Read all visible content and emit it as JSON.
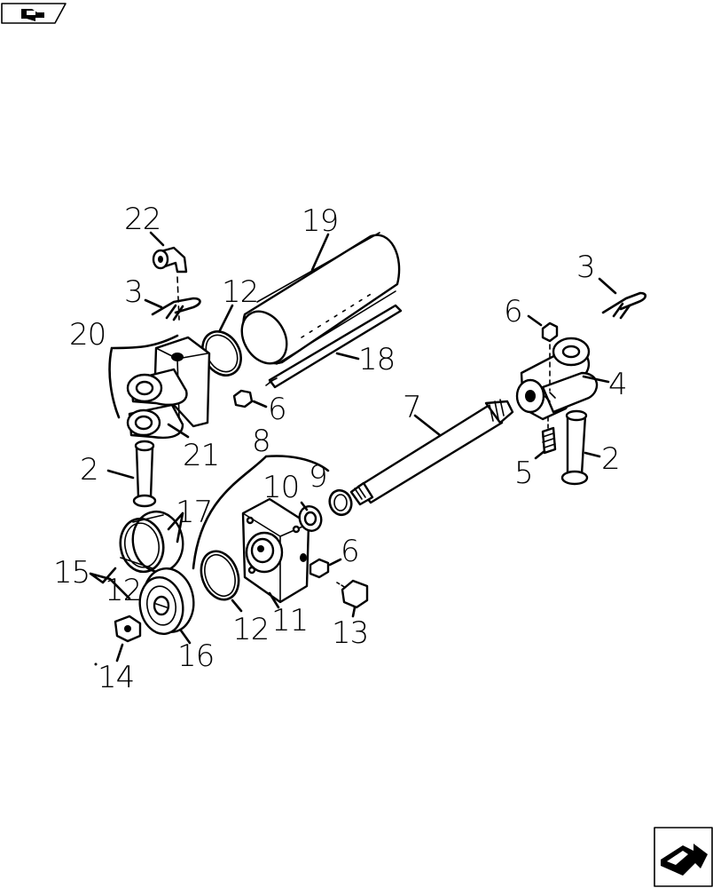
{
  "diagram": {
    "callouts": [
      {
        "id": "c22",
        "text": "22"
      },
      {
        "id": "c19",
        "text": "19"
      },
      {
        "id": "c3a",
        "text": "3"
      },
      {
        "id": "c12a",
        "text": "12"
      },
      {
        "id": "c20",
        "text": "20"
      },
      {
        "id": "c18",
        "text": "18"
      },
      {
        "id": "c6a",
        "text": "6"
      },
      {
        "id": "c21",
        "text": "21"
      },
      {
        "id": "c2a",
        "text": "2"
      },
      {
        "id": "c17",
        "text": "17"
      },
      {
        "id": "c15",
        "text": "15"
      },
      {
        "id": "c12b",
        "text": "12"
      },
      {
        "id": "c14",
        "text": "14"
      },
      {
        "id": "c16",
        "text": "16"
      },
      {
        "id": "c8",
        "text": "8"
      },
      {
        "id": "c12c",
        "text": "12"
      },
      {
        "id": "c11",
        "text": "11"
      },
      {
        "id": "c10",
        "text": "10"
      },
      {
        "id": "c9",
        "text": "9"
      },
      {
        "id": "c6b",
        "text": "6"
      },
      {
        "id": "c13",
        "text": "13"
      },
      {
        "id": "c7",
        "text": "7"
      },
      {
        "id": "c3b",
        "text": "3"
      },
      {
        "id": "c6c",
        "text": "6"
      },
      {
        "id": "c4",
        "text": "4"
      },
      {
        "id": "c5",
        "text": "5"
      },
      {
        "id": "c2b",
        "text": "2"
      }
    ]
  },
  "nav": {
    "top_icon": "previous-page-icon",
    "bottom_icon": "next-page-icon"
  }
}
